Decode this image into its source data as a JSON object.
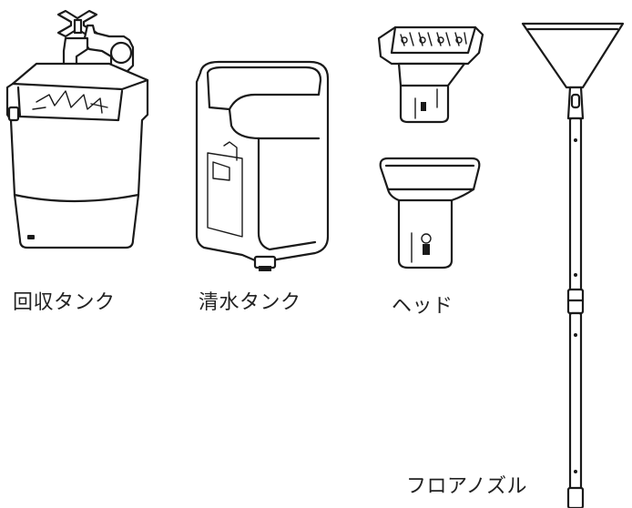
{
  "parts": [
    {
      "id": "recovery-tank",
      "label": "回収タンク"
    },
    {
      "id": "clean-water-tank",
      "label": "清水タンク"
    },
    {
      "id": "head",
      "label": "ヘッド"
    },
    {
      "id": "floor-nozzle",
      "label": "フロアノズル"
    }
  ],
  "colors": {
    "line": "#1a1a1a",
    "background": "#ffffff",
    "text": "#222222"
  }
}
